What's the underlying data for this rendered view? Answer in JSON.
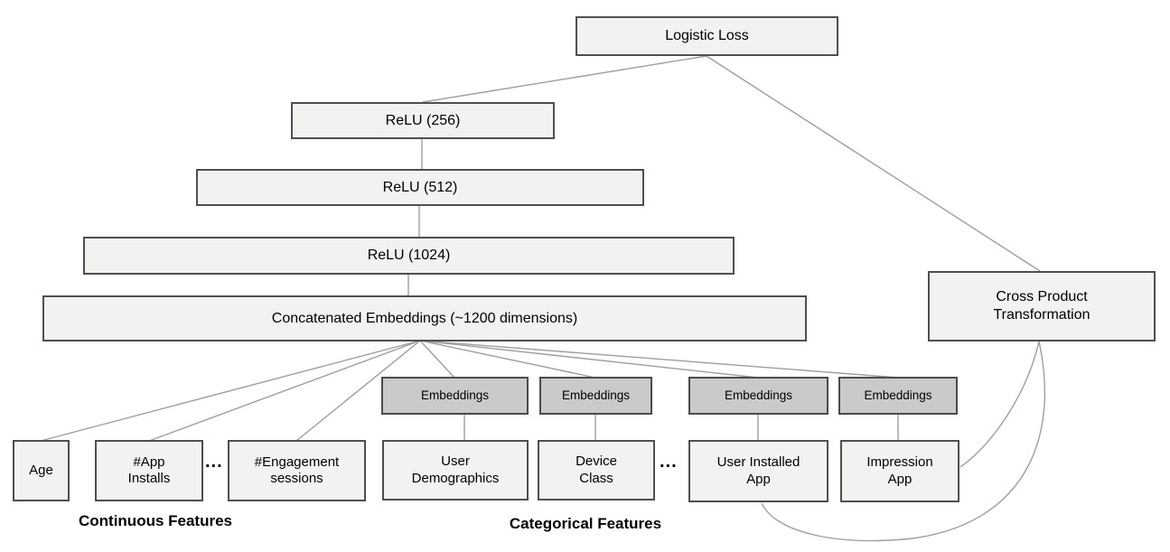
{
  "nodes": {
    "logistic_loss": {
      "label": "Logistic Loss"
    },
    "relu_256": {
      "label": "ReLU (256)"
    },
    "relu_512": {
      "label": "ReLU (512)"
    },
    "relu_1024": {
      "label": "ReLU (1024)"
    },
    "concatenated_embeddings": {
      "label": "Concatenated Embeddings (~1200 dimensions)"
    },
    "cross_product_transformation": {
      "label": "Cross Product\nTransformation"
    },
    "embedding_1": {
      "label": "Embeddings"
    },
    "embedding_2": {
      "label": "Embeddings"
    },
    "embedding_3": {
      "label": "Embeddings"
    },
    "embedding_4": {
      "label": "Embeddings"
    },
    "age": {
      "label": "Age"
    },
    "app_installs": {
      "label": "#App\nInstalls"
    },
    "engagement_sessions": {
      "label": "#Engagement\nsessions"
    },
    "user_demographics": {
      "label": "User\nDemographics"
    },
    "device_class": {
      "label": "Device\nClass"
    },
    "user_installed_app": {
      "label": "User Installed\nApp"
    },
    "impression_app": {
      "label": "Impression\nApp"
    }
  },
  "ellipsis": {
    "continuous": "...",
    "categorical": "..."
  },
  "group_labels": {
    "continuous": "Continuous Features",
    "categorical": "Categorical Features"
  },
  "colors": {
    "box_fill": "#f2f2f0",
    "box_border": "#4f4f51",
    "embedding_fill": "#cacaca",
    "embedding_border": "#4b4b4d",
    "connector": "#9e9e9e",
    "text": "#000000"
  }
}
